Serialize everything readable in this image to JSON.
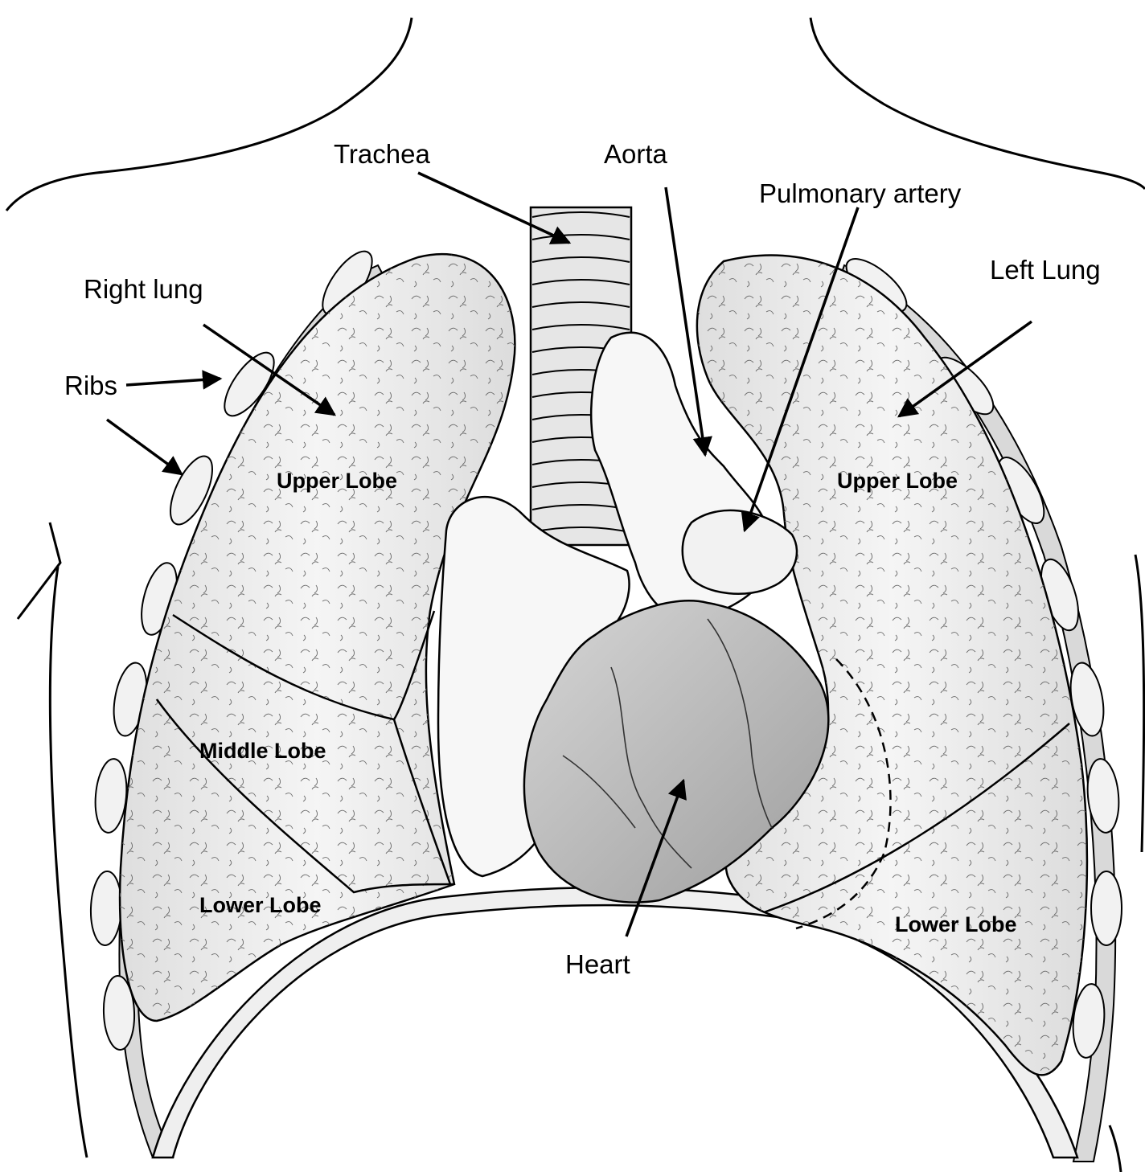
{
  "labels": {
    "trachea": "Trachea",
    "aorta": "Aorta",
    "pulmonary_artery": "Pulmonary artery",
    "right_lung": "Right lung",
    "left_lung": "Left Lung",
    "ribs": "Ribs",
    "right_upper_lobe": "Upper Lobe",
    "right_middle_lobe": "Middle Lobe",
    "right_lower_lobe": "Lower Lobe",
    "left_upper_lobe": "Upper Lobe",
    "left_lower_lobe": "Lower Lobe",
    "heart": "Heart"
  },
  "colors": {
    "ink": "#000000",
    "lung_fill": "#ececec",
    "lung_shadow": "#cfcfcf",
    "pleura_dark": "#555555",
    "rib_fill": "#f2f2f2",
    "vessel_fill": "#f7f7f7",
    "heart_fill": "#bdbdbd",
    "trachea_fill": "#e6e6e6",
    "background": "#ffffff"
  }
}
